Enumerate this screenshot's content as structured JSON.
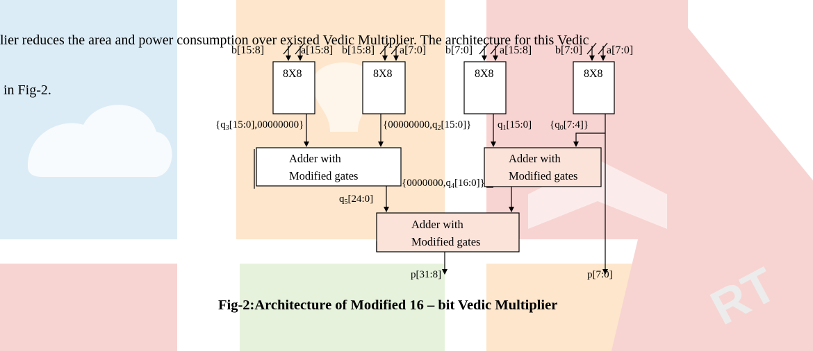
{
  "paragraph": {
    "line1": "lier reduces the area and power consumption over existed Vedic Multiplier. The architecture for this Vedic",
    "line2": " in Fig-2."
  },
  "figure": {
    "multipliers": [
      {
        "label": "8X8",
        "input_b": "b[15:8]",
        "input_a": "a[15:8]"
      },
      {
        "label": "8X8",
        "input_b": "b[15:8]",
        "input_a": "a[7:0]"
      },
      {
        "label": "8X8",
        "input_b": "b[7:0]",
        "input_a": "a[15:8]"
      },
      {
        "label": "8X8",
        "input_b": "b[7:0]",
        "input_a": "a[7:0]"
      }
    ],
    "signals": {
      "q3_pre": "{q",
      "q3_sub": "3",
      "q3_post": "[15:0],00000000}",
      "q2_pre": "{00000000,q",
      "q2_sub": "2",
      "q2_post": "[15:0]}",
      "q1_pre": "q",
      "q1_sub": "1",
      "q1_post": "[15:0]",
      "q0_pre": "{q",
      "q0_sub": "0",
      "q0_post": "[7:4]}",
      "q4_pre": "{0000000,q",
      "q4_sub": "4",
      "q4_post": "[16:0]}",
      "q5_pre": "q",
      "q5_sub": "5",
      "q5_post": "[24:0]"
    },
    "adders": [
      {
        "line1": "Adder with",
        "line2": "Modified gates"
      },
      {
        "line1": "Adder with",
        "line2": "Modified gates"
      },
      {
        "line1": "Adder with",
        "line2": "Modified gates"
      }
    ],
    "outputs": {
      "high": "p[31:8]",
      "low": "p[7:0]"
    }
  },
  "caption": "Fig-2:Architecture of Modified 16 – bit Vedic Multiplier",
  "colors": {
    "watermark_blue": "#dcecf6",
    "watermark_orange": "#fde6cc",
    "watermark_green": "#e6f2dc",
    "watermark_red": "#f7d4d2",
    "adder_fill": "#fbe3da"
  }
}
